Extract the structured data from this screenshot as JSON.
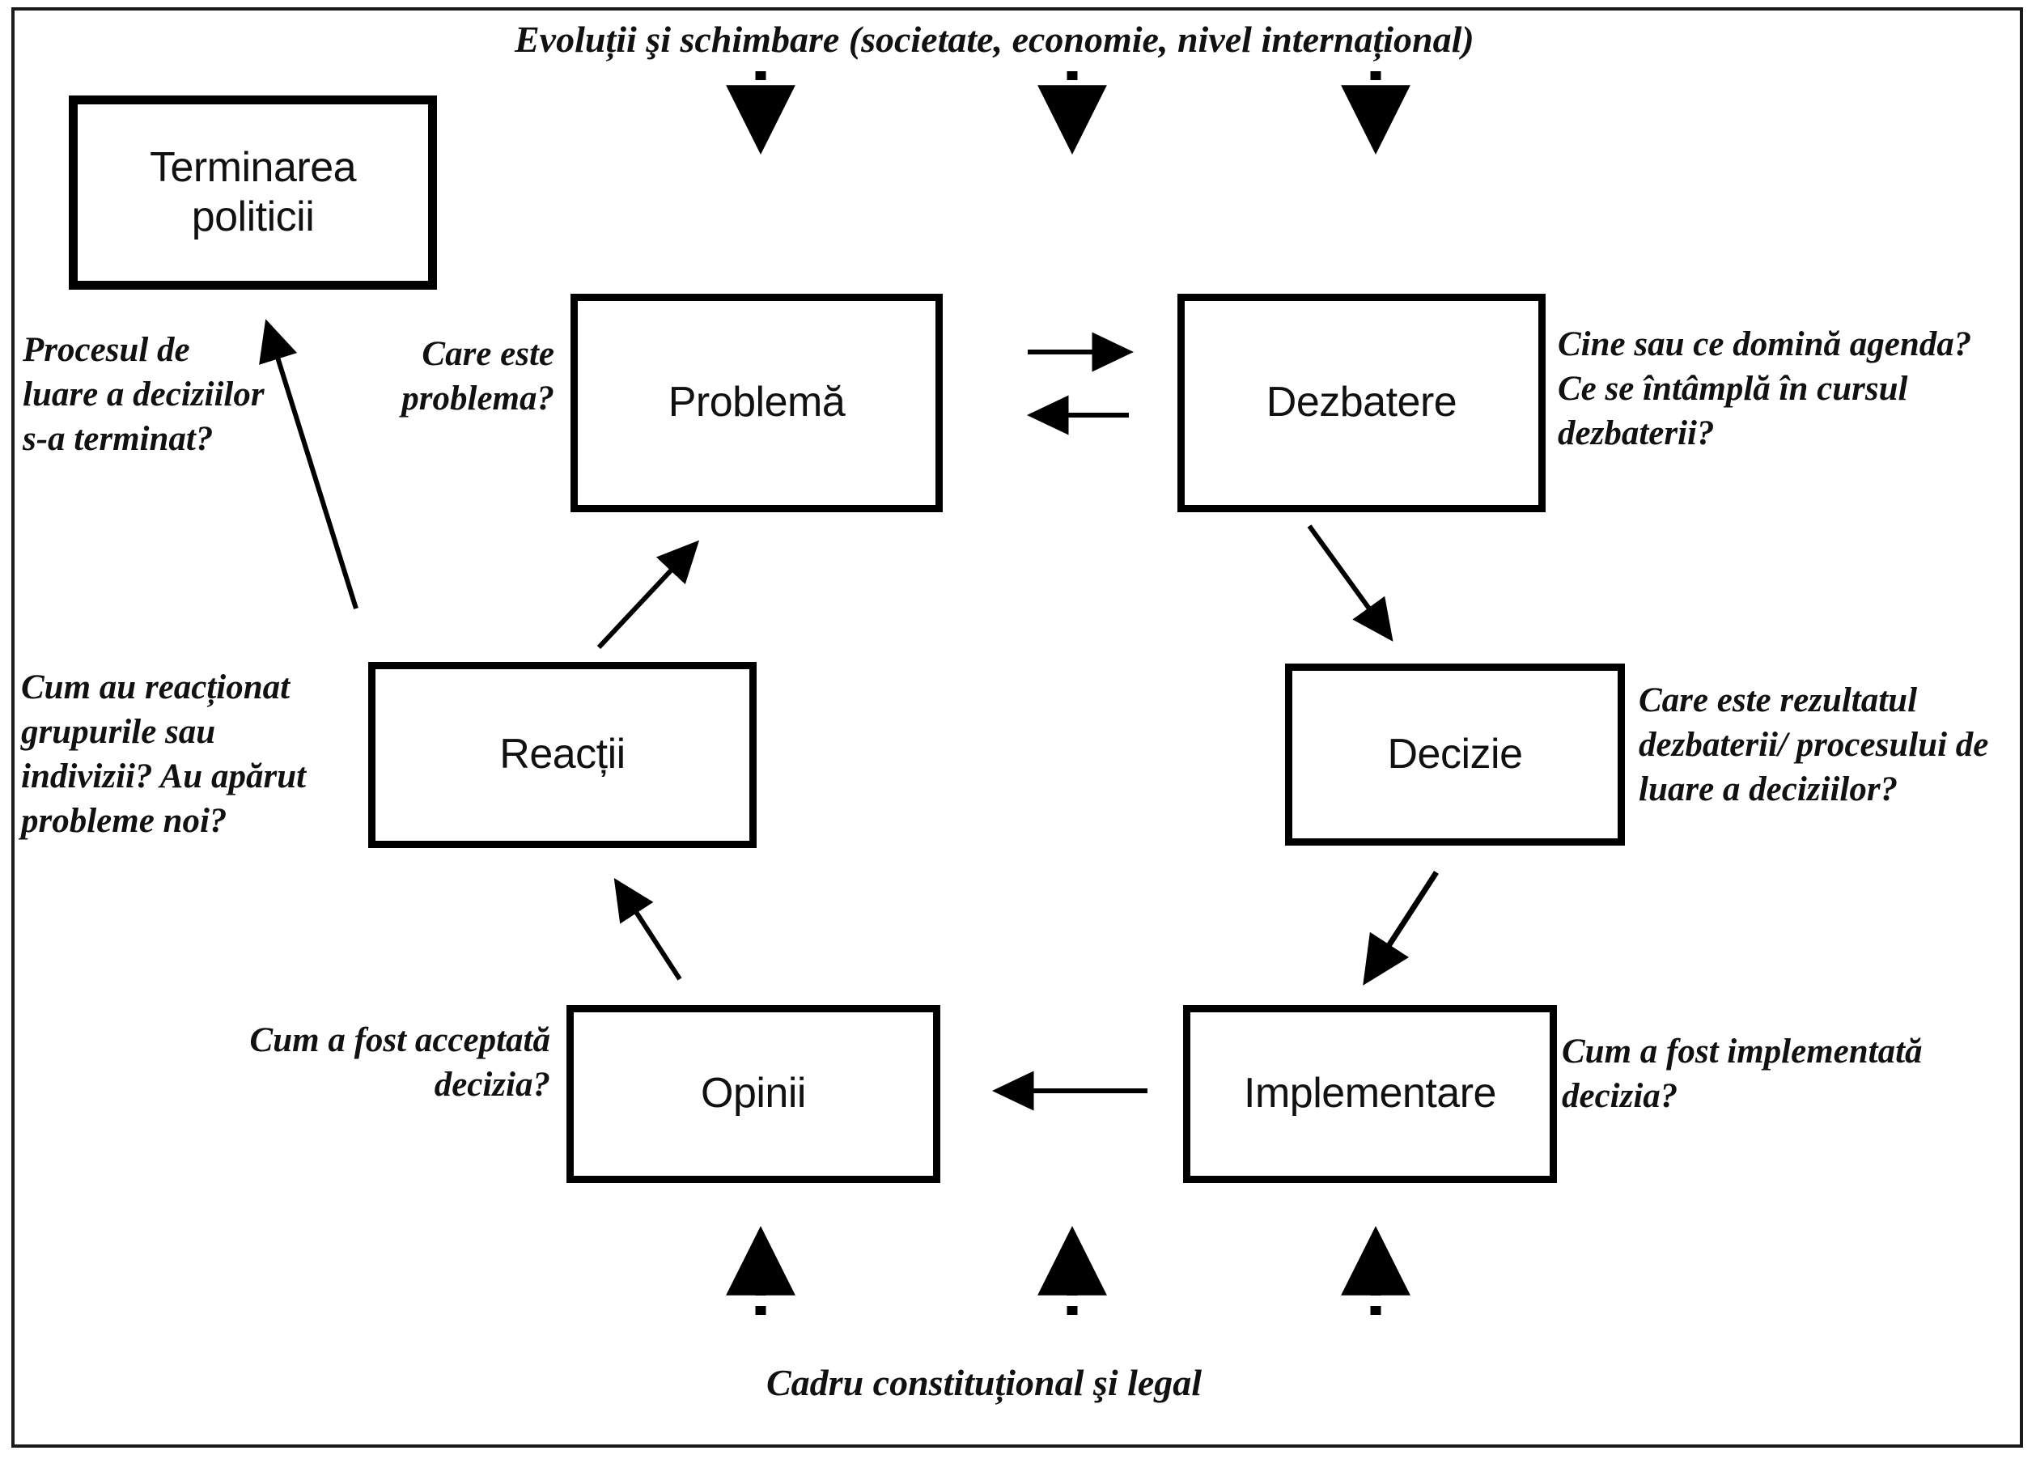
{
  "diagram": {
    "title_top": "Evoluții şi schimbare (societate, economie, nivel internațional)",
    "caption_bottom": "Cadru constituțional şi legal",
    "boxes": [
      {
        "id": "terminare",
        "label": "Terminarea\npoliticii"
      },
      {
        "id": "problema",
        "label": "Problemă"
      },
      {
        "id": "dezbatere",
        "label": "Dezbatere"
      },
      {
        "id": "decizie",
        "label": "Decizie"
      },
      {
        "id": "implementare",
        "label": "Implementare"
      },
      {
        "id": "opinii",
        "label": "Opinii"
      },
      {
        "id": "reactii",
        "label": "Reacții"
      }
    ],
    "annotations": {
      "terminare": "Procesul de luare a deciziilor s-a  terminat?",
      "problema": "Care este problema?",
      "dezbatere": "Cine sau ce domină agenda? Ce se întâmplă în cursul dezbaterii?",
      "decizie": "Care este rezultatul dezbaterii/ procesului de luare a deciziilor?",
      "implementare": "Cum a fost implementată decizia?",
      "opinii": "Cum a fost acceptată decizia?",
      "reactii": "Cum au reacționat grupurile sau indivizii? Au apărut probleme noi?"
    },
    "colors": {
      "box_border": "#000000",
      "frame_border": "#1a1a1a",
      "text": "#111111",
      "background": "#ffffff"
    }
  },
  "chart_data": {
    "type": "diagram",
    "title": "Evoluții şi schimbare (societate, economie, nivel internațional)",
    "nodes": [
      "Terminarea politicii",
      "Problemă",
      "Dezbatere",
      "Decizie",
      "Implementare",
      "Opinii",
      "Reacții"
    ],
    "edges": [
      {
        "from": "Problemă",
        "to": "Dezbatere",
        "style": "solid"
      },
      {
        "from": "Dezbatere",
        "to": "Problemă",
        "style": "solid"
      },
      {
        "from": "Dezbatere",
        "to": "Decizie",
        "style": "solid"
      },
      {
        "from": "Decizie",
        "to": "Implementare",
        "style": "solid"
      },
      {
        "from": "Implementare",
        "to": "Opinii",
        "style": "solid"
      },
      {
        "from": "Opinii",
        "to": "Reacții",
        "style": "solid"
      },
      {
        "from": "Reacții",
        "to": "Problemă",
        "style": "solid"
      },
      {
        "from": "Reacții",
        "to": "Terminarea politicii",
        "style": "solid"
      },
      {
        "from": "Evoluții şi schimbare",
        "to": "cycle",
        "style": "dotted",
        "count": 3
      },
      {
        "from": "Cadru constituțional şi legal",
        "to": "cycle",
        "style": "dotted",
        "count": 3
      }
    ]
  }
}
